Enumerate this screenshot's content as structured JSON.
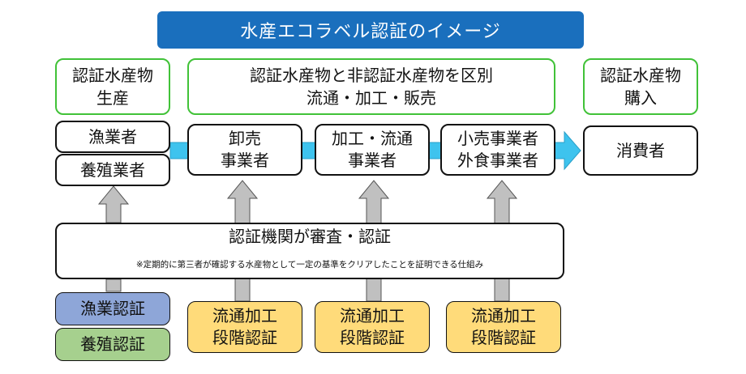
{
  "title": "水産エコラベル認証のイメージ",
  "headers": {
    "production": [
      "認証水産物",
      "生産"
    ],
    "distinction": [
      "認証水産物と非認証水産物を区別",
      "流通・加工・販売"
    ],
    "purchase": [
      "認証水産物",
      "購入"
    ]
  },
  "actors": {
    "fisher": "漁業者",
    "aquaculture": "養殖業者",
    "wholesale": [
      "卸売",
      "事業者"
    ],
    "processing": [
      "加工・流通",
      "事業者"
    ],
    "retail": [
      "小売事業者",
      "外食事業者"
    ],
    "consumer": "消費者"
  },
  "certification_body": {
    "main": "認証機関が審査・認証",
    "note": "※定期的に第三者が確認する水産物として一定の基準をクリアしたことを証明できる仕組み"
  },
  "certifications": {
    "fishery": "漁業認証",
    "aquaculture": "養殖認証",
    "coc": [
      "流通加工",
      "段階認証"
    ]
  },
  "colors": {
    "title_bg": "#1a6fbd",
    "header_border": "#41c238",
    "flow_arrow": "#3ec3ee",
    "up_arrow": "#c0c0c0",
    "fishery_cert": "#8ea6d8",
    "aquaculture_cert": "#a6d08e",
    "coc_cert": "#ffdb7a"
  }
}
